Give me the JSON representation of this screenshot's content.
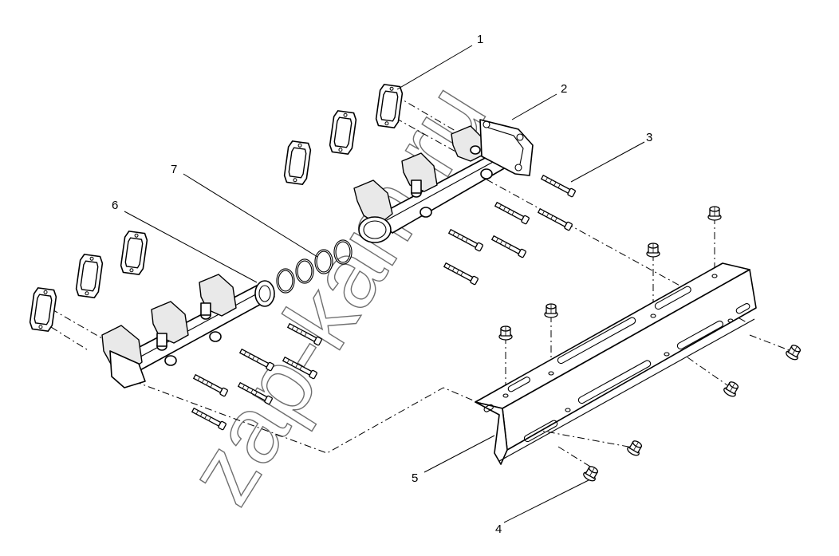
{
  "watermark": "zap-kam.ru",
  "callouts": [
    {
      "id": "1",
      "label": "1"
    },
    {
      "id": "2",
      "label": "2"
    },
    {
      "id": "3",
      "label": "3"
    },
    {
      "id": "4",
      "label": "4"
    },
    {
      "id": "5",
      "label": "5"
    },
    {
      "id": "6",
      "label": "6"
    },
    {
      "id": "7",
      "label": "7"
    }
  ]
}
